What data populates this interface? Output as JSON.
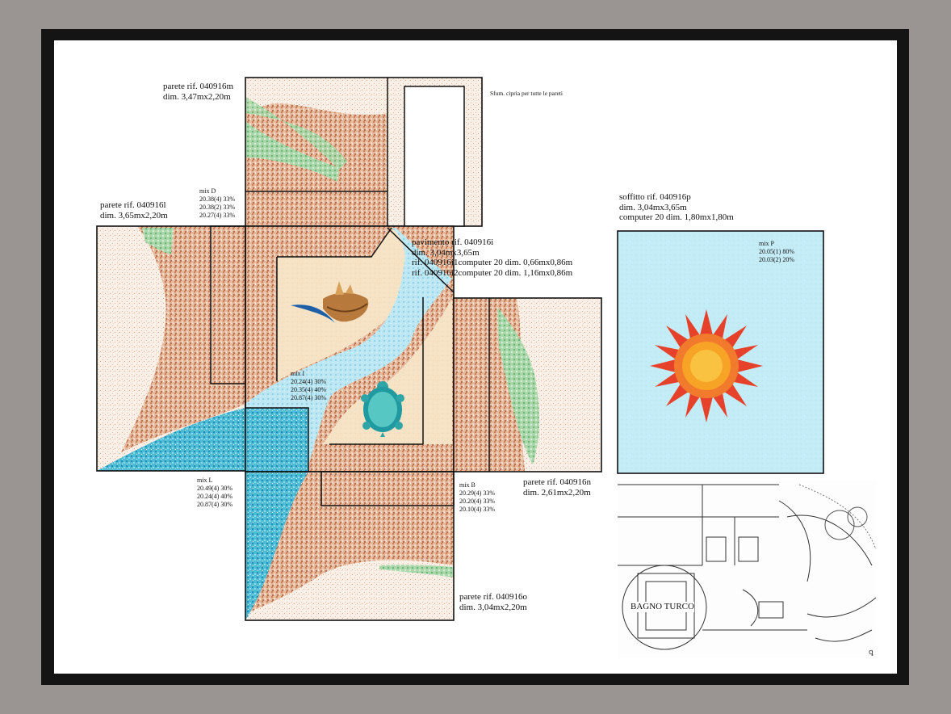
{
  "colors": {
    "border_outer": "#9a9493",
    "border_inner": "#141414",
    "sheet": "#ffffff",
    "terracotta": "#d49a78",
    "sand": "#f6e2c2",
    "green": "#8fcb91",
    "aqua": "#bfe9f2",
    "teal": "#3ab0cf",
    "sun_red": "#e6412a",
    "sun_orange": "#f6a326"
  },
  "labels": {
    "wall_m": {
      "ref": "parete rif. 040916m",
      "dim": "dim. 3,47mx2,20m"
    },
    "note": "Sfum. cipria per tutte le pareti",
    "wall_l": {
      "ref": "parete rif. 040916l",
      "dim": "dim. 3,65mx2,20m"
    },
    "mix_d": {
      "title": "mix D",
      "l1": "20.38(4) 33%",
      "l2": "20.38(2) 33%",
      "l3": "20.27(4) 33%"
    },
    "floor": {
      "ref": "pavimento rif. 040916i",
      "dim": "dim. 3,04mx3,65m",
      "c1": "rif. 040916i1computer 20 dim. 0,66mx0,86m",
      "c2": "rif. 040916i2computer 20 dim. 1,16mx0,86m"
    },
    "mix_i": {
      "title": "mix I",
      "l1": "20.24(4) 30%",
      "l2": "20.35(4) 40%",
      "l3": "20.87(4) 30%"
    },
    "mix_l": {
      "title": "mix L",
      "l1": "20.49(4) 30%",
      "l2": "20.24(4) 40%",
      "l3": "20.87(4) 30%"
    },
    "mix_b": {
      "title": "mix B",
      "l1": "20.29(4) 33%",
      "l2": "20.20(4) 33%",
      "l3": "20.10(4) 33%"
    },
    "wall_n": {
      "ref": "parete rif. 040916n",
      "dim": "dim. 2,61mx2,20m"
    },
    "wall_o": {
      "ref": "parete rif. 040916o",
      "dim": "dim. 3,04mx2,20m"
    },
    "ceiling": {
      "ref": "soffitto rif. 040916p",
      "dim": "dim. 3,04mx3,65m",
      "c1": "computer 20 dim. 1,80mx1,80m"
    },
    "mix_p": {
      "title": "mix P",
      "l1": "20.05(1) 80%",
      "l2": "20.03(2) 20%"
    },
    "plan_label": "BAGNO TURCO"
  },
  "icons": [
    "seashell-icon",
    "turtle-icon",
    "sun-icon",
    "floor-plan"
  ]
}
